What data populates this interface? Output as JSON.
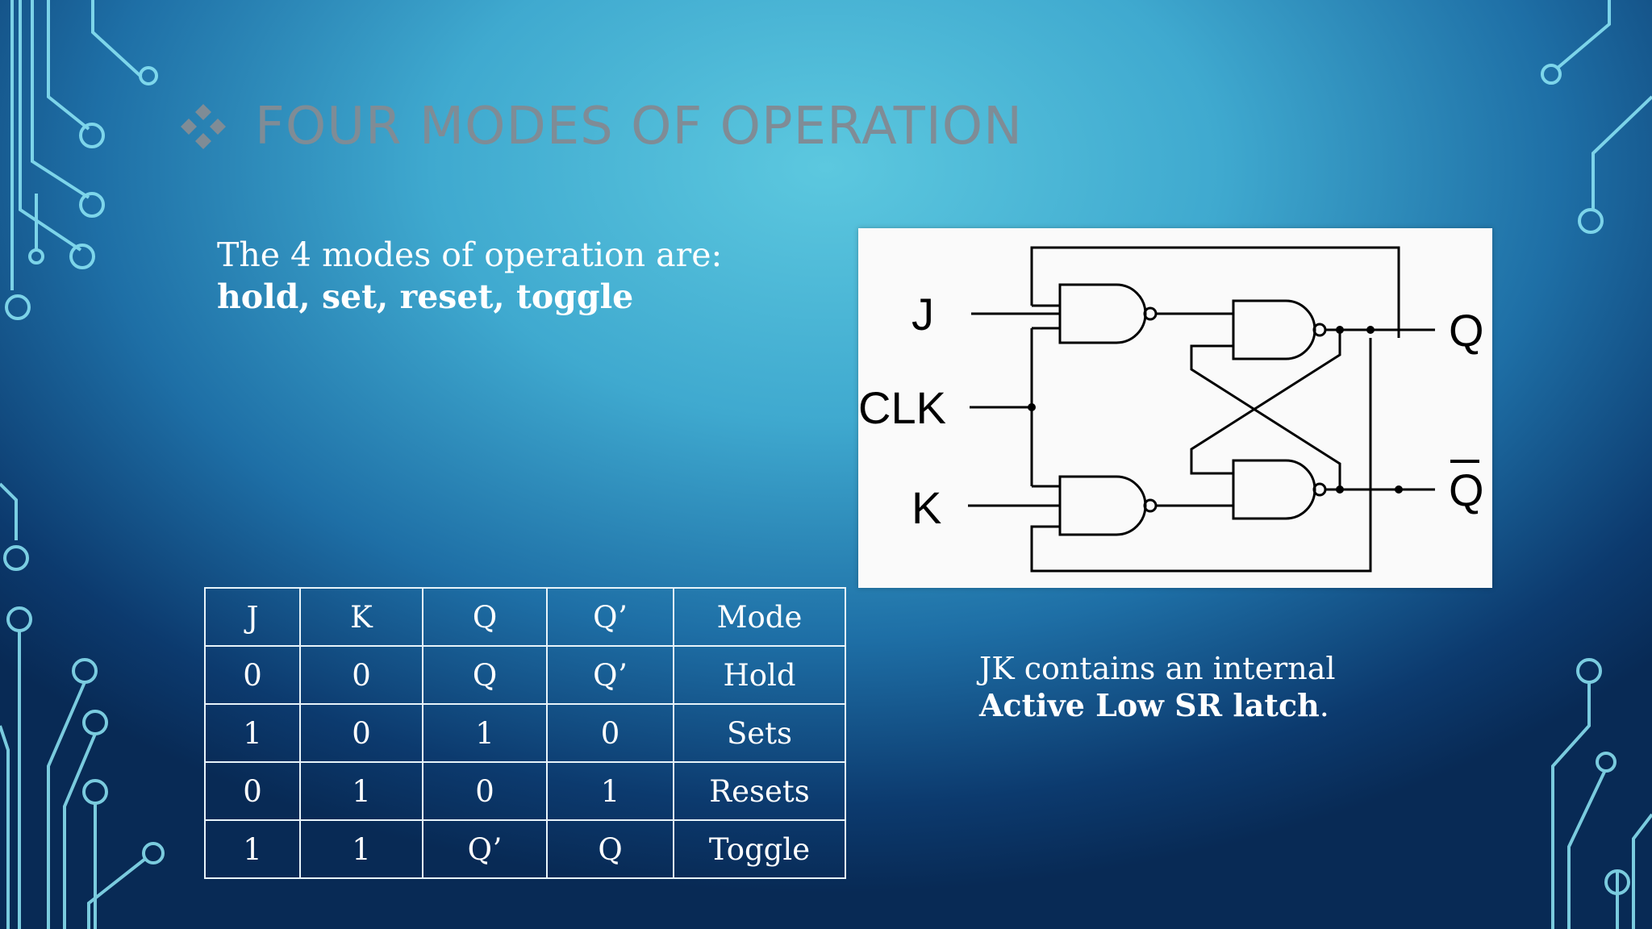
{
  "slide": {
    "title": "FOUR MODES OF OPERATION",
    "intro_line1": "The 4 modes of operation are:",
    "intro_line2": "hold, set, reset, toggle",
    "note_line1": "JK contains an internal",
    "note_bold": "Active Low SR latch",
    "note_end": "."
  },
  "table": {
    "headers": [
      "J",
      "K",
      "Q",
      "Q’",
      "Mode"
    ],
    "rows": [
      [
        "0",
        "0",
        "Q",
        "Q’",
        "Hold"
      ],
      [
        "1",
        "0",
        "1",
        "0",
        "Sets"
      ],
      [
        "0",
        "1",
        "0",
        "1",
        "Resets"
      ],
      [
        "1",
        "1",
        "Q’",
        "Q",
        "Toggle"
      ]
    ]
  },
  "diagram": {
    "label_j": "J",
    "label_clk": "CLK",
    "label_k": "K",
    "label_q": "Q",
    "label_qbar": "Q"
  },
  "colors": {
    "title": "#7f8c96",
    "text": "#ffffff",
    "circuit": "#7fe3f5"
  },
  "icons": [
    "diamond-bullet-icon",
    "circuit-trace-decoration"
  ]
}
